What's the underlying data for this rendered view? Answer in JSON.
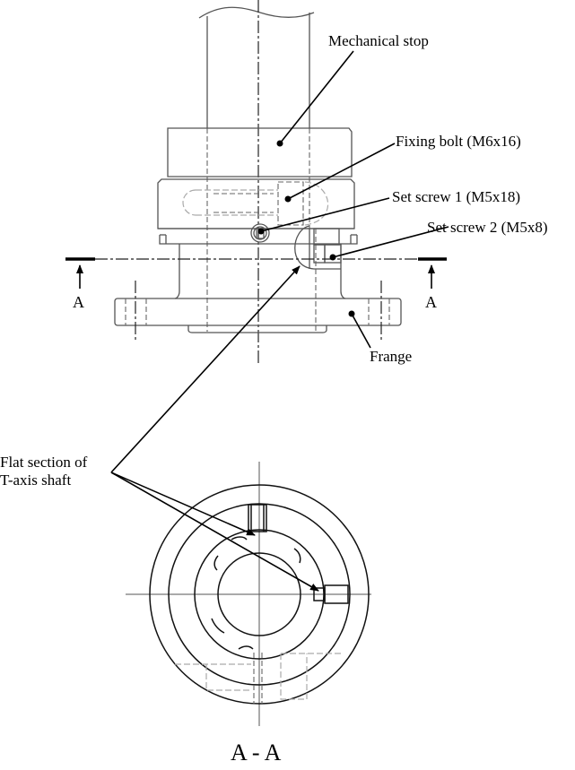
{
  "figure": {
    "callouts": {
      "mechanical_stop": "Mechanical stop",
      "fixing_bolt": "Fixing bolt (M6x16)",
      "set_screw_1": "Set screw 1 (M5x18)",
      "set_screw_2": "Set screw 2 (M5x8)",
      "flange": "Frange",
      "flat_section_line1": "Flat section of",
      "flat_section_line2": "T-axis shaft"
    },
    "section_marks": {
      "left": "A",
      "right": "A"
    },
    "section_view_title": "A - A"
  }
}
